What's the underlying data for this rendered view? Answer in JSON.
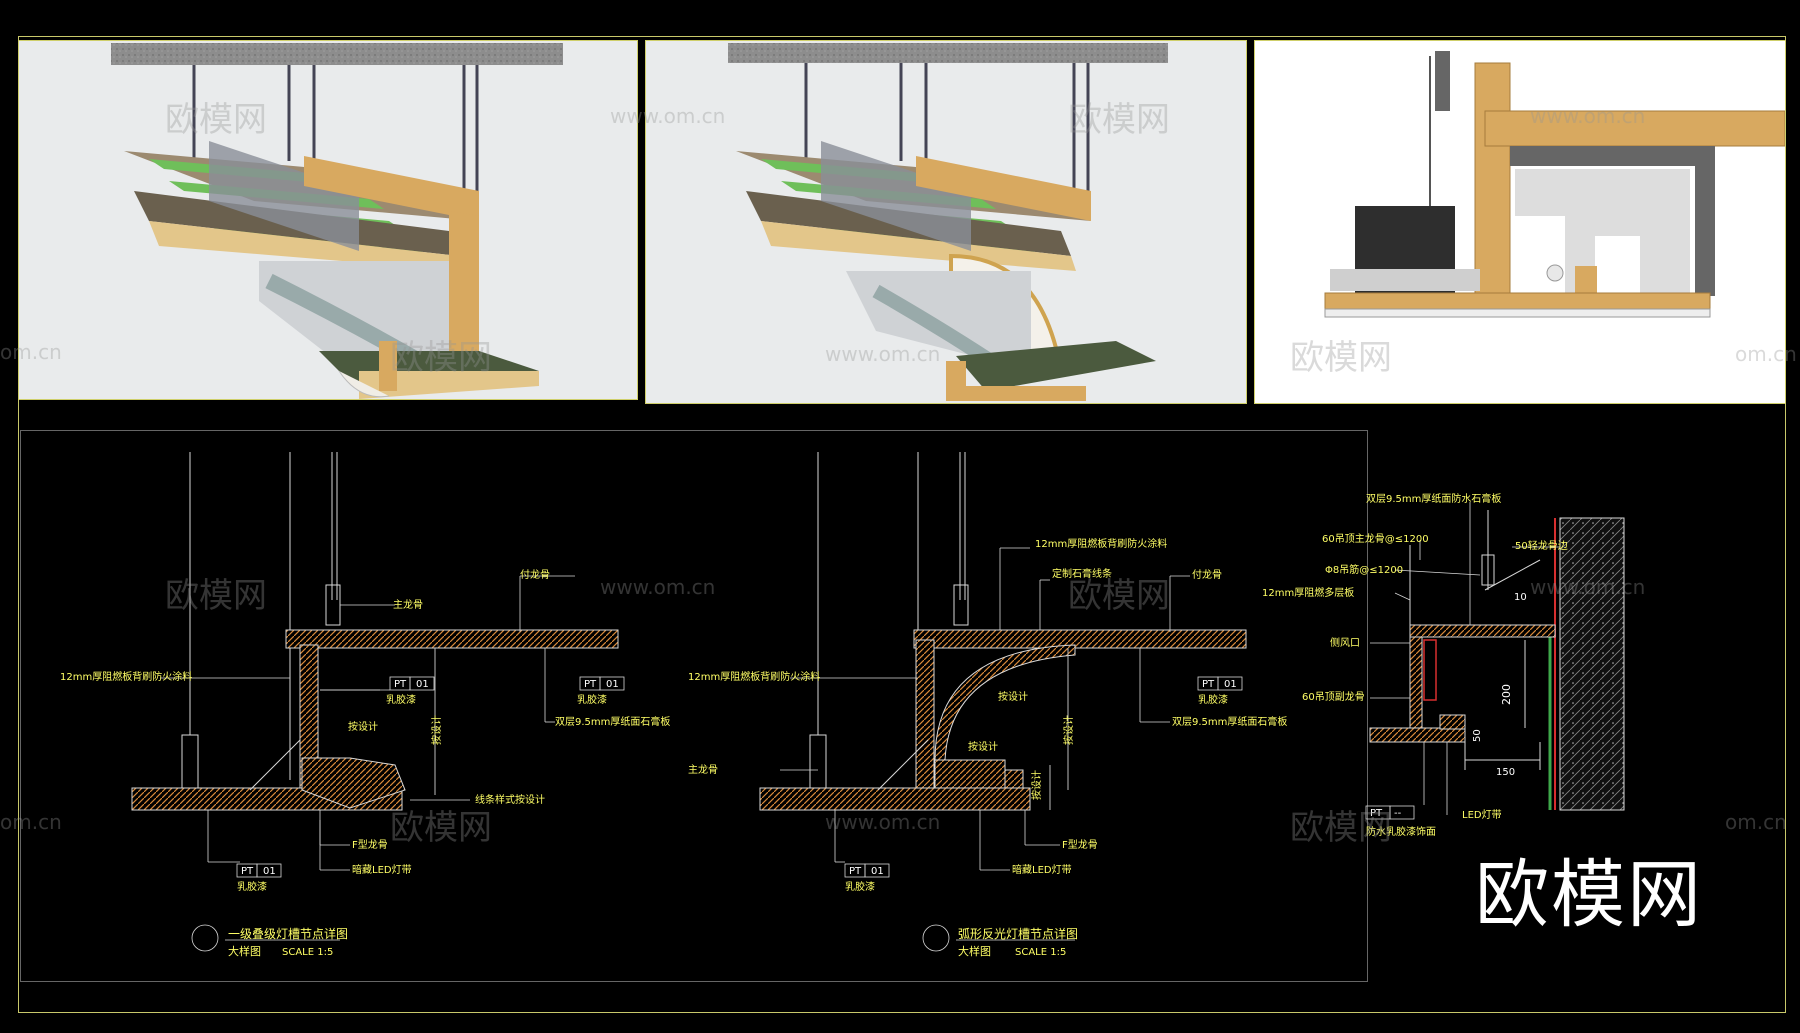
{
  "watermarks": {
    "brand": "欧模网",
    "url": "www.om.cn",
    "url_short": "om.cn"
  },
  "brand_logo": "欧模网",
  "colors": {
    "cad_text": "#ffff66",
    "cad_line": "#d8d8d8",
    "hatch": "#d98a3a",
    "frame": "#c8c86a",
    "green_board": "#6fbf5a",
    "wood": "#d8a960"
  },
  "detail1": {
    "title": "一级叠级灯槽节点详图",
    "subtitle": "大样图",
    "scale": "SCALE 1:5",
    "labels": {
      "main_keel": "主龙骨",
      "sub_keel": "付龙骨",
      "fire_board": "12mm厚阻燃板背刷防火涂料",
      "gypsum": "双层9.5mm厚纸面石膏板",
      "by_design": "按设计",
      "by_design_v": "按设计",
      "line_style": "线条样式按设计",
      "f_keel": "F型龙骨",
      "led": "暗藏LED灯带",
      "latex1": "乳胶漆",
      "latex2": "乳胶漆",
      "latex3": "乳胶漆",
      "pt": "PT",
      "pt_no": "01"
    }
  },
  "detail2": {
    "title": "弧形反光灯槽节点详图",
    "subtitle": "大样图",
    "scale": "SCALE 1:5",
    "labels": {
      "fire_board_top": "12mm厚阻燃板背刷防火涂料",
      "custom_gypsum": "定制石膏线条",
      "sub_keel": "付龙骨",
      "fire_board": "12mm厚阻燃板背刷防火涂料",
      "main_keel": "主龙骨",
      "gypsum": "双层9.5mm厚纸面石膏板",
      "by_design_arc": "按设计",
      "by_design": "按设计",
      "by_design_v": "按设计",
      "by_design_v2": "按设计",
      "f_keel": "F型龙骨",
      "led": "暗藏LED灯带",
      "latex1": "乳胶漆",
      "latex2": "乳胶漆",
      "pt": "PT",
      "pt_no": "01"
    }
  },
  "detail3": {
    "labels": {
      "gypsum": "双层9.5mm厚纸面防水石膏板",
      "main_keel": "60吊顶主龙骨@≤1200",
      "hanger": "Φ8吊筋@≤1200",
      "multi_board": "12mm厚阻燃多层板",
      "edge_keel": "50轻龙骨边",
      "vent": "侧风口",
      "ceiling_keel": "60吊顶副龙骨",
      "led": "LED灯带",
      "pt": "PT",
      "pt_no": "--",
      "waterproof": "防水乳胶漆饰面",
      "dim_200": "200",
      "dim_50": "50",
      "dim_150": "150",
      "dim_10": "10"
    }
  }
}
